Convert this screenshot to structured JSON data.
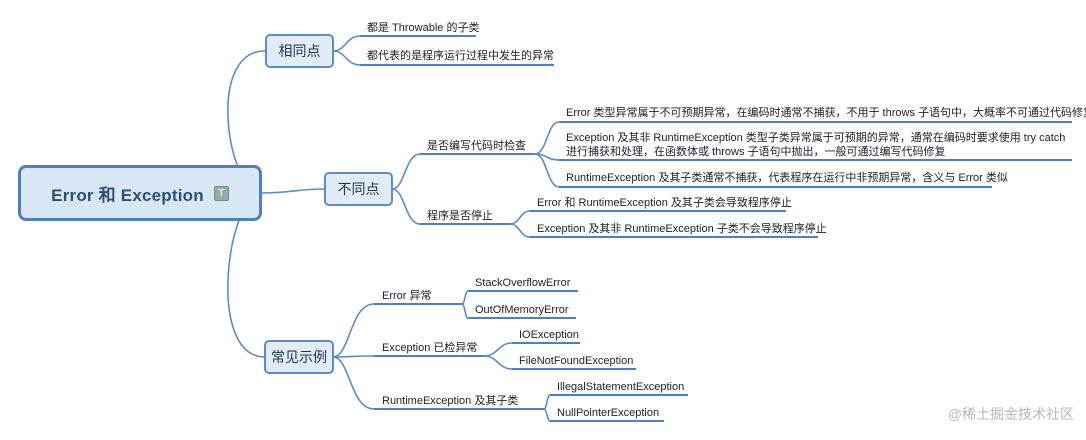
{
  "root": {
    "title": "Error 和 Exception",
    "badge": "T",
    "badge_icon": "text-note-icon"
  },
  "colors": {
    "line": "#5b8cc4",
    "node_fill": "#e2ecf6",
    "node_border": "#5b8cc4",
    "root_fill": "#d9e6f3",
    "root_border": "#4f7fc0"
  },
  "branches": {
    "similarities": {
      "label": "相同点",
      "items": [
        "都是 Throwable 的子类",
        "都代表的是程序运行过程中发生的异常"
      ]
    },
    "differences": {
      "label": "不同点",
      "groups": [
        {
          "label": "是否编写代码时检查",
          "items": [
            "Error 类型异常属于不可预期异常，在编码时通常不捕获，不用于 throws 子语句中，大概率不可通过代码修复",
            "Exception 及其非 RuntimeException 类型子类异常属于可预期的异常，通常在编码时要求使用 try catch 进行捕获和处理，在函数体或 throws 子语句中抛出，一般可通过编写代码修复",
            "RuntimeException 及其子类通常不捕获，代表程序在运行中非预期异常，含义与 Error 类似"
          ]
        },
        {
          "label": "程序是否停止",
          "items": [
            "Error 和 RuntimeException 及其子类会导致程序停止",
            "Exception 及其非 RuntimeException 子类不会导致程序停止"
          ]
        }
      ]
    },
    "examples": {
      "label": "常见示例",
      "groups": [
        {
          "label": "Error 异常",
          "items": [
            "StackOverflowError",
            "OutOfMemoryError"
          ]
        },
        {
          "label": "Exception 已检异常",
          "items": [
            "IOException",
            "FileNotFoundException"
          ]
        },
        {
          "label": "RuntimeException 及其子类",
          "items": [
            "IllegalStatementException",
            "NullPointerException"
          ]
        }
      ]
    }
  },
  "watermark": "@稀土掘金技术社区"
}
